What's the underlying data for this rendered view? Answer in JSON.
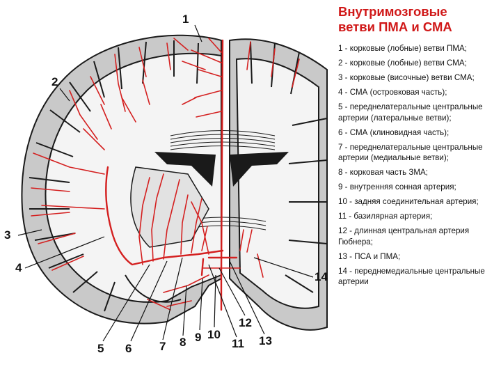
{
  "title": "Внутримозговые\nветви ПМА и СМА",
  "legend": [
    "1 - корковые (лобные) ветви ПМА;",
    "2 - корковые (лобные) ветви СМА;",
    "3 - корковые (височные) ветви СМА;",
    "4 - СМА (островковая часть);",
    "5 - переднелатеральные центральные артерии (латеральные ветви);",
    "6 - СМА (клиновидная часть);",
    "7 - переднелатеральные центральные артерии (медиальные ветви);",
    "8 - корковая часть ЗМА;",
    "9 - внутренняя сонная артерия;",
    "10 - задняя соединительная артерия;",
    "11 - базилярная артерия;",
    "12 - длинная центральная артерия Гюбнера;",
    "13 - ПСА и ПМА;",
    "14 - переднемедиальные центральные артерии"
  ],
  "labels": [
    "1",
    "2",
    "3",
    "4",
    "5",
    "6",
    "7",
    "8",
    "9",
    "10",
    "11",
    "12",
    "13",
    "14"
  ],
  "colors": {
    "artery": "#d42020",
    "title": "#d01818",
    "gray_matter": "#c9c9c9"
  }
}
